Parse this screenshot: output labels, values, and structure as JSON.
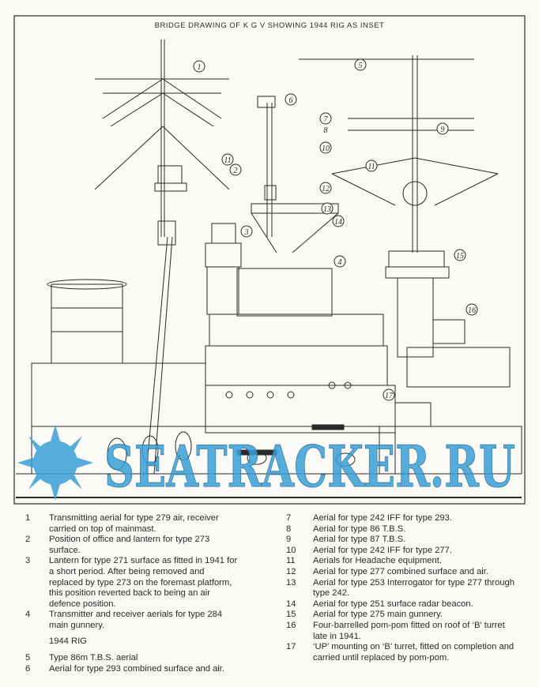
{
  "title": "BRIDGE DRAWING OF K G V SHOWING 1944 RIG AS INSET",
  "callouts": [
    "1",
    "2",
    "3",
    "4",
    "5",
    "6",
    "7",
    "8",
    "9",
    "10",
    "11",
    "11",
    "12",
    "13",
    "14",
    "15",
    "16",
    "17"
  ],
  "legend_left": [
    {
      "num": "1",
      "text": "Transmitting aerial for type 279 air, receiver carried on top of mainmast."
    },
    {
      "num": "2",
      "text": "Position of office and lantern for type 273 surface."
    },
    {
      "num": "3",
      "text": "Lantern for type 271 surface as fitted in 1941 for a short period. After being removed and replaced by type 273 on the foremast platform, this position reverted back to being an air defence position."
    },
    {
      "num": "4",
      "text": "Transmitter and receiver aerials for type 284 main gunnery."
    }
  ],
  "rig_heading": "1944 RIG",
  "legend_left_rig": [
    {
      "num": "5",
      "text": "Type 86m T.B.S. aerial"
    },
    {
      "num": "6",
      "text": "Aerial for type 293 combined surface and air."
    }
  ],
  "legend_right": [
    {
      "num": "7",
      "text": "Aerial for type 242 IFF for type 293."
    },
    {
      "num": "8",
      "text": "Aerial for type 86 T.B.S."
    },
    {
      "num": "9",
      "text": "Aerial for type 87 T.B.S."
    },
    {
      "num": "10",
      "text": "Aerial for type 242 IFF for type 277."
    },
    {
      "num": "11",
      "text": "Aerials for Headache equipment."
    },
    {
      "num": "12",
      "text": "Aerial for type 277 combined surface and air."
    },
    {
      "num": "13",
      "text": "Aerial for type 253 Interrogator for type 277 through type 242."
    },
    {
      "num": "14",
      "text": "Aerial for type 251 surface radar beacon."
    },
    {
      "num": "15",
      "text": "Aerial for type 275 main gunnery."
    },
    {
      "num": "16",
      "text": "Four-barrelled pom-pom fitted on roof of ‘B’ turret late in 1941."
    },
    {
      "num": "17",
      "text": "‘UP’ mounting on ‘B’ turret, fitted on completion and carried until replaced by pom-pom."
    }
  ],
  "watermark": "SEATRACKER.RU",
  "colors": {
    "ink": "#2a2a2a",
    "watermark": "#3a9fd6"
  }
}
